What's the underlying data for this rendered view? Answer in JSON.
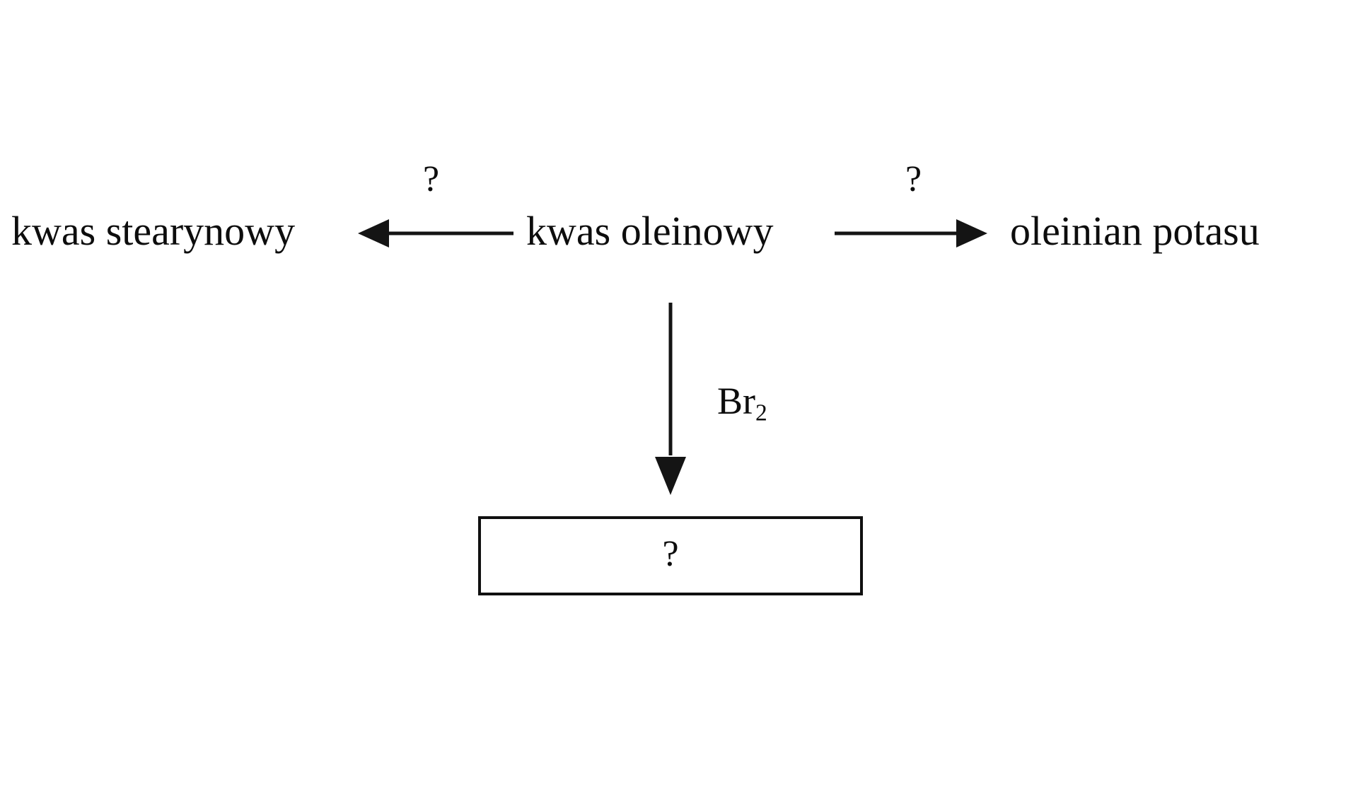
{
  "diagram": {
    "type": "chemical-reaction-scheme",
    "language": "pl",
    "background_color": "#ffffff",
    "stroke_color": "#101010",
    "text_color": "#0d0d0d",
    "nodes": {
      "center_reactant": "kwas oleinowy",
      "left_product": "kwas stearynowy",
      "right_product": "oleinian potasu",
      "bottom_product": "?"
    },
    "arrows": {
      "left": {
        "direction": "left",
        "from": "kwas oleinowy",
        "to": "kwas stearynowy",
        "reagent_label": "?"
      },
      "right": {
        "direction": "right",
        "from": "kwas oleinowy",
        "to": "oleinian potasu",
        "reagent_label": "?"
      },
      "down": {
        "direction": "down",
        "from": "kwas oleinowy",
        "to": "?",
        "reagent_label_base": "Br",
        "reagent_label_sub": "2"
      }
    }
  }
}
